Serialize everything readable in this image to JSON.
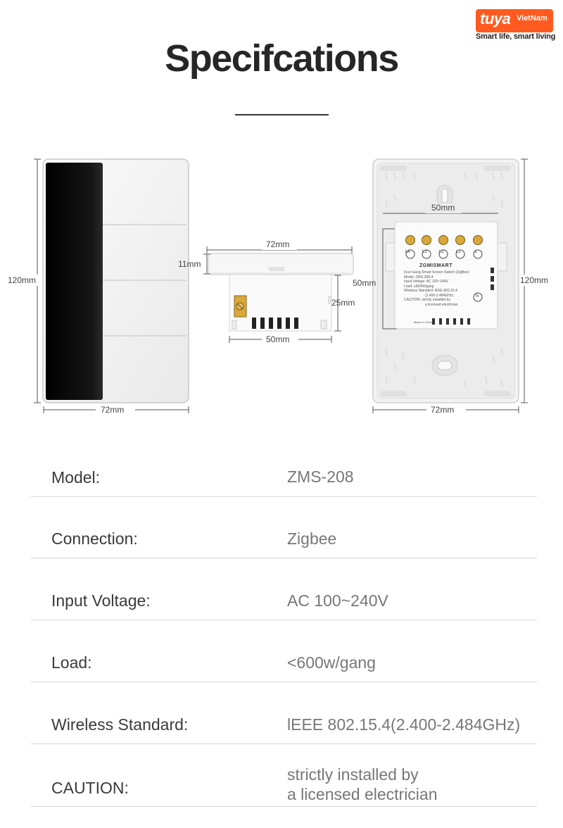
{
  "brand": {
    "logo_text": "tuya",
    "logo_sub": "VietNam",
    "tagline": "Smart life, smart living"
  },
  "title": "Specifcations",
  "diagrams": {
    "front": {
      "height_label": "120mm",
      "width_label": "72mm"
    },
    "side": {
      "width_label": "72mm",
      "thickness_label": "11mm",
      "depth_label": "25mm",
      "body_width_label": "50mm"
    },
    "back": {
      "height_label": "120mm",
      "width_label": "72mm",
      "box_width_label": "50mm",
      "box_height_label": "50mm",
      "terminals": [
        "L4",
        "L3",
        "L2",
        "L1",
        "L"
      ],
      "neutral": "N",
      "brand": "ZGMISMART",
      "label_lines": [
        "Four Gang Smart Screen Switch (ZigBee)",
        "Model: ZMS-208-4",
        "Input Voltage: AC 100~240V",
        "Load: ≤600W/gang",
        "Wireless Standard: IEEE 802.15.4",
        "(2.400-2.484GHz)",
        "CAUTION: strictly installed by",
        "a licensed electrician"
      ],
      "made_in": "Made in China"
    }
  },
  "specs": [
    {
      "label": "Model:",
      "value": [
        "ZMS-208"
      ]
    },
    {
      "label": "Connection:",
      "value": [
        "Zigbee"
      ]
    },
    {
      "label": "Input Voltage:",
      "value": [
        "AC 100~240V"
      ]
    },
    {
      "label": "Load:",
      "value": [
        "<600w/gang"
      ]
    },
    {
      "label": "Wireless Standard:",
      "value": [
        "lEEE 802.15.4(2.400-2.484GHz)"
      ]
    },
    {
      "label": "CAUTION:",
      "value": [
        "strictly installed by",
        "a licensed electrician"
      ]
    }
  ]
}
